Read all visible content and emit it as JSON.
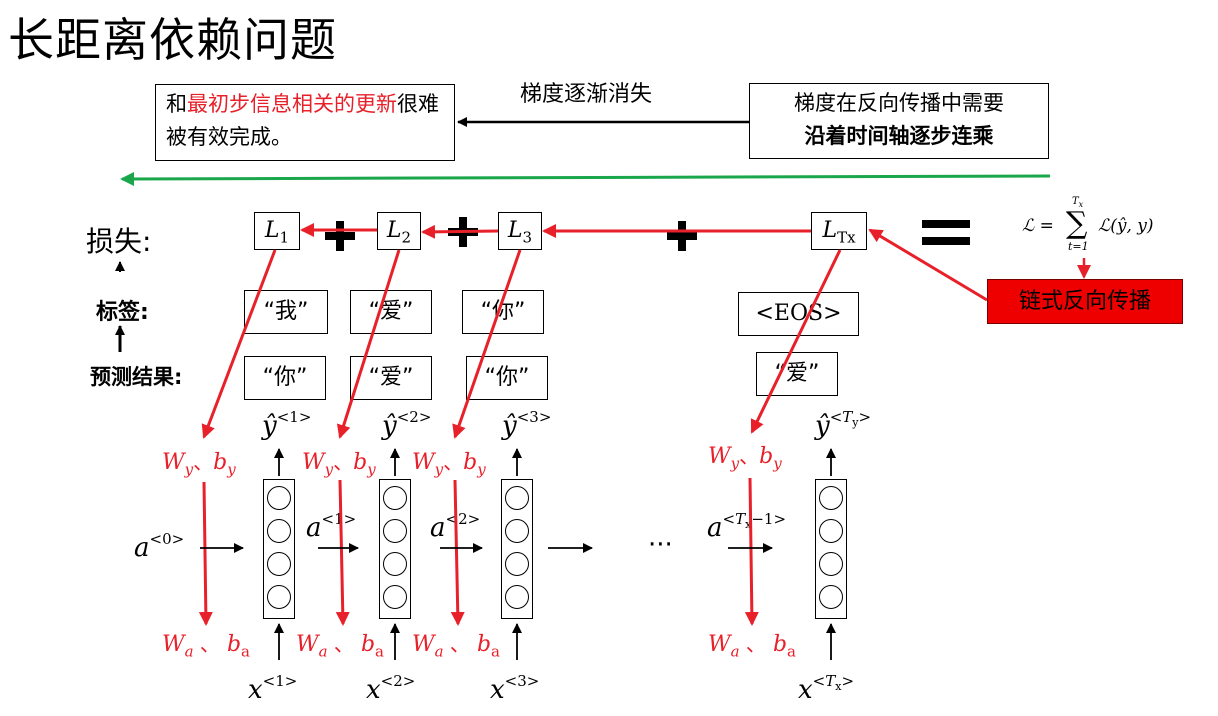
{
  "title": "长距离依赖问题",
  "gradient_vanish": "梯度逐渐消失",
  "note_left": {
    "pre": "和",
    "red": "最初步信息相关的更新",
    "post": "很难被有效完成。"
  },
  "note_right": {
    "line1": "梯度在反向传播中需要",
    "line2": "沿着时间轴逐步连乘"
  },
  "row_labels": {
    "loss": "损失:",
    "tag": "标签:",
    "pred": "预测结果:"
  },
  "losses": [
    {
      "name": "L",
      "sub": "1"
    },
    {
      "name": "L",
      "sub": "2"
    },
    {
      "name": "L",
      "sub": "3"
    },
    {
      "name": "L",
      "sub": "Tx"
    }
  ],
  "formula": {
    "lhs": "ℒ = ",
    "sum_top": "T",
    "sum_top_sub": "x",
    "sum_bottom": "t=1",
    "rhs": "ℒ(ŷ, y)"
  },
  "chain_label": "链式反向传播",
  "tags": [
    "“我”",
    "“爱”",
    "“你”",
    "<EOS>"
  ],
  "preds": [
    "“你”",
    "“爱”",
    "“你”",
    "“爱”"
  ],
  "outputs": [
    {
      "base": "ŷ",
      "sup": "<1>"
    },
    {
      "base": "ŷ",
      "sup": "<2>"
    },
    {
      "base": "ŷ",
      "sup": "<3>"
    },
    {
      "base": "ŷ",
      "sup_pre": "<",
      "sup_var": "T",
      "sup_sub": "y",
      "sup_post": ">"
    }
  ],
  "inputs": [
    {
      "base": "x",
      "sup": "<1>"
    },
    {
      "base": "x",
      "sup": "<2>"
    },
    {
      "base": "x",
      "sup": "<3>"
    },
    {
      "base": "x",
      "sup_pre": "<",
      "sup_var": "T",
      "sup_sub": "x",
      "sup_post": ">"
    }
  ],
  "activations": [
    {
      "base": "a",
      "sup": "<0>"
    },
    {
      "base": "a",
      "sup": "<1>"
    },
    {
      "base": "a",
      "sup": "<2>"
    },
    {
      "base": "a",
      "sup_pre": "<",
      "sup_var": "T",
      "sup_sub": "x",
      "sup_post": "−1>"
    }
  ],
  "ellipsis": "···",
  "wy_label": {
    "w": "W",
    "w_sub": "y",
    "sep": "、",
    "b": "b",
    "b_sub": "y"
  },
  "wa_label": {
    "w": "W",
    "w_sub": "a",
    "sep": " 、",
    "b": "b",
    "b_sub": "a"
  },
  "colors": {
    "red": "#e8202a",
    "green": "#1aa64a",
    "chain_box": "#ee0000"
  }
}
